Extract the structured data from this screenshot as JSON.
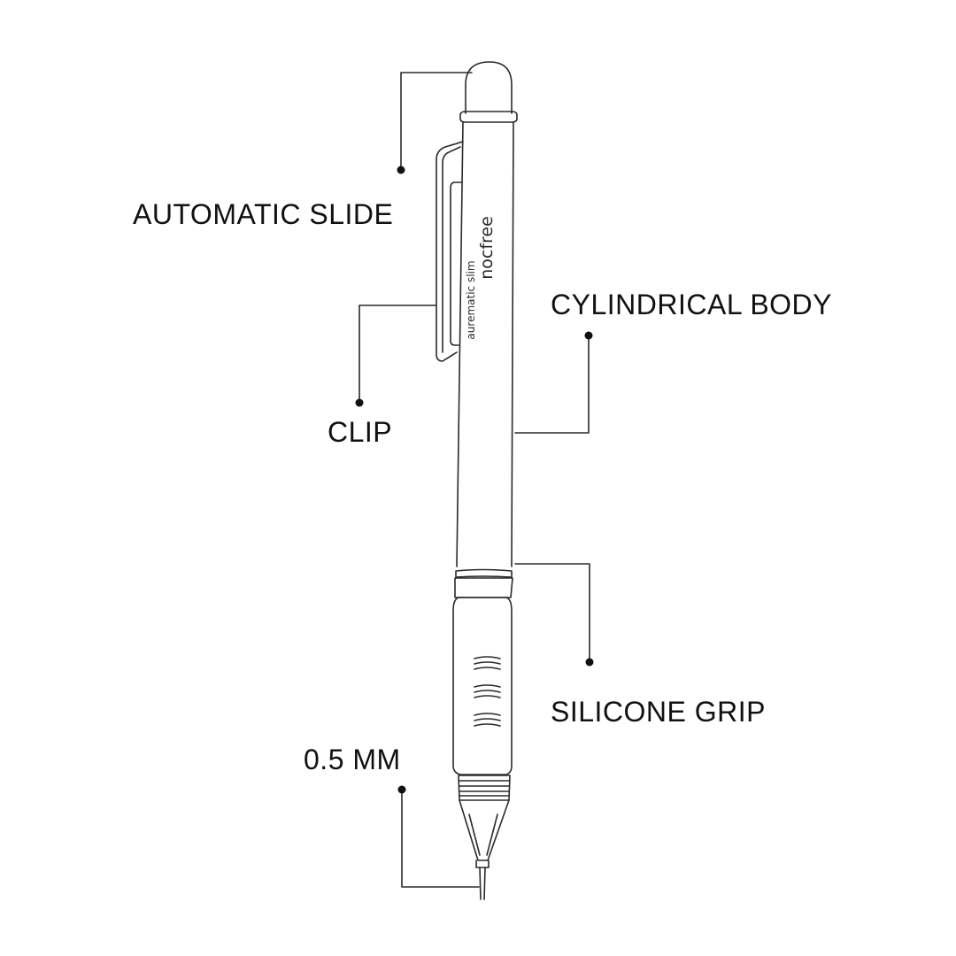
{
  "labels": {
    "automatic_slide": "AUTOMATIC SLIDE",
    "cylindrical_body": "CYLINDRICAL BODY",
    "clip": "CLIP",
    "silicone_grip": "SILICONE GRIP",
    "lead_size": "0.5 MM"
  },
  "pencil_print": {
    "brand": "nocfree",
    "model": "aurematic slim"
  },
  "colors": {
    "line": "#2a2a2a",
    "text": "#111111",
    "background": "#ffffff"
  }
}
